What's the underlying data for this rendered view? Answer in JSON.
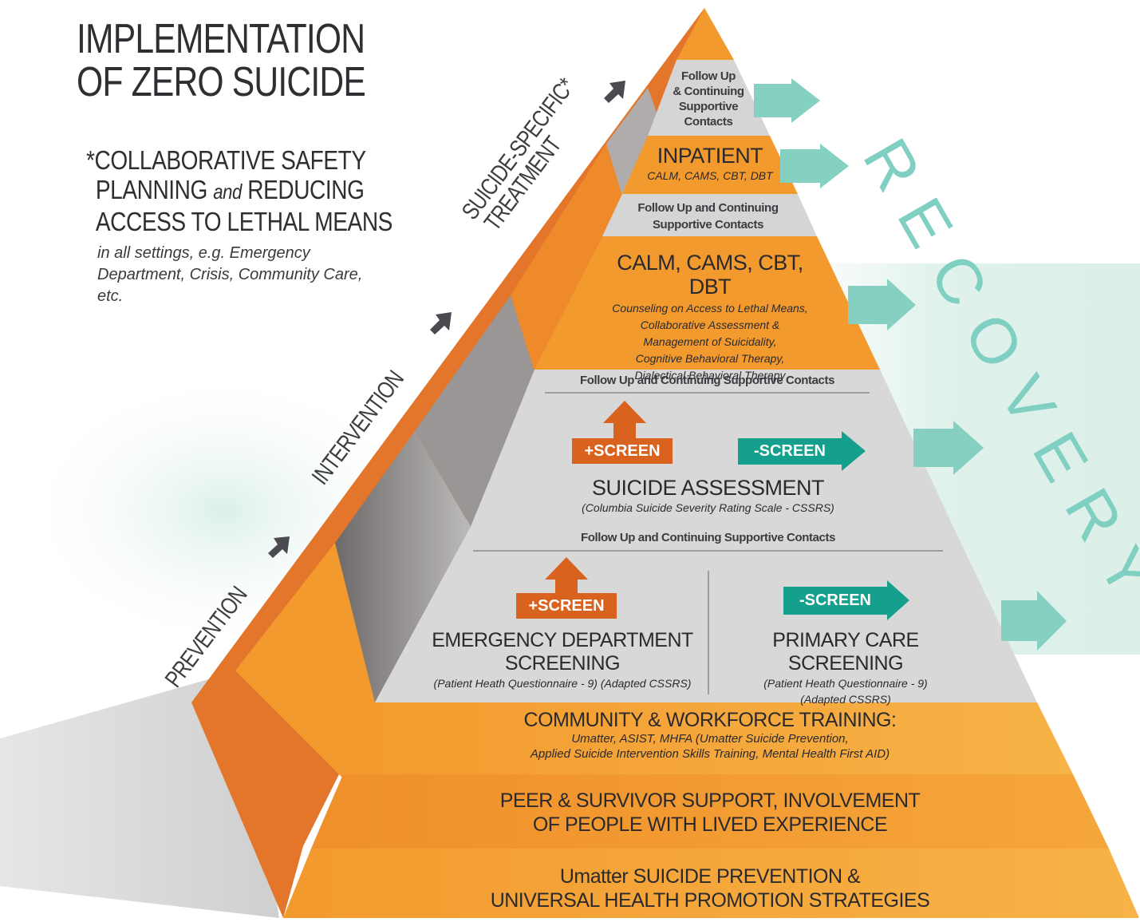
{
  "title": {
    "line1": "IMPLEMENTATION",
    "line2": "OF ZERO SUICIDE"
  },
  "note": {
    "part1": "*COLLABORATIVE SAFETY",
    "part2": "PLANNING",
    "and": "and",
    "part3": "REDUCING",
    "part4": "ACCESS TO LETHAL MEANS",
    "sub": "in all settings, e.g. Emergency Department, Crisis, Community Care, etc."
  },
  "side_labels": {
    "prevention": "PREVENTION",
    "intervention": "INTERVENTION",
    "suicide_specific": "SUICIDE-SPECIFIC*",
    "treatment": "TREATMENT"
  },
  "recovery": "RECOVERY",
  "levels": {
    "top_followup": [
      "Follow Up",
      "& Continuing",
      "Supportive",
      "Contacts"
    ],
    "inpatient": {
      "title": "INPATIENT",
      "sub": "CALM, CAMS, CBT, DBT"
    },
    "followup2": [
      "Follow Up and Continuing",
      "Supportive Contacts"
    ],
    "therapies": {
      "title": "CALM, CAMS, CBT, DBT",
      "lines": [
        "Counseling on Access to Lethal Means,",
        "Collaborative Assessment &",
        "Management of Suicidality,",
        "Cognitive Behavioral Therapy,",
        "Dialectical Behavioral Therapy"
      ]
    },
    "followup3": "Follow Up and Continuing Supportive Contacts",
    "assessment": {
      "plus": "+SCREEN",
      "minus": "-SCREEN",
      "title": "SUICIDE ASSESSMENT",
      "sub": "(Columbia Suicide Severity Rating Scale - CSSRS)"
    },
    "followup4": "Follow Up and Continuing Supportive Contacts",
    "ed": {
      "plus": "+SCREEN",
      "title1": "EMERGENCY DEPARTMENT",
      "title2": "SCREENING",
      "sub": "(Patient Heath Questionnaire - 9) (Adapted CSSRS)"
    },
    "primary": {
      "minus": "-SCREEN",
      "title": "PRIMARY CARE SCREENING",
      "sub1": "(Patient Heath Questionnaire - 9)",
      "sub2": "(Adapted CSSRS)"
    },
    "community": {
      "title": "COMMUNITY & WORKFORCE TRAINING:",
      "sub1": "Umatter, ASIST, MHFA (Umatter Suicide Prevention,",
      "sub2": "Applied Suicide Intervention Skills Training, Mental Health First AID)"
    },
    "peer": {
      "line1": "PEER & SURVIVOR SUPPORT, INVOLVEMENT",
      "line2": "OF PEOPLE WITH LIVED EXPERIENCE"
    },
    "base": {
      "line1": "Umatter SUICIDE PREVENTION &",
      "line2": "UNIVERSAL HEALTH PROMOTION STRATEGIES"
    }
  },
  "colors": {
    "orange": "#f39a2e",
    "orange_dark": "#e3762a",
    "gray": "#d9d8d8",
    "teal": "#14a08c",
    "recovery": "#7fcfc2",
    "screen_plus": "#d9621f"
  }
}
